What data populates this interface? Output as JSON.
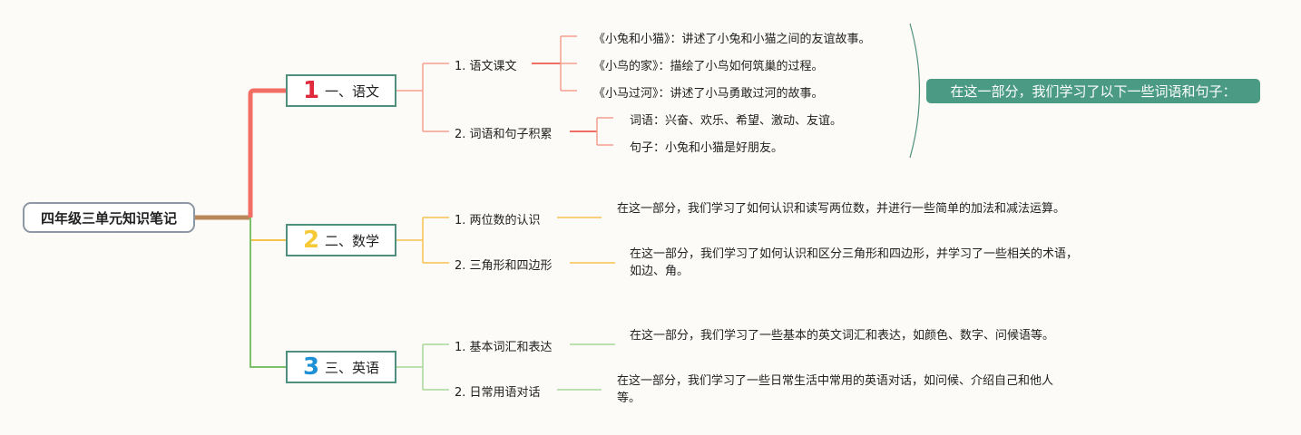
{
  "root": "四年级三单元知识笔记",
  "branches": [
    {
      "num": "1",
      "num_color": "#e0293b",
      "line_color": "#f26d63",
      "label": "一、语文",
      "subs": [
        {
          "label": "1. 语文课文",
          "items": [
            "《小兔和小猫》：讲述了小兔和小猫之间的友谊故事。",
            "《小鸟的家》：描绘了小鸟如何筑巢的过程。",
            "《小马过河》：讲述了小马勇敢过河的故事。"
          ]
        },
        {
          "label": "2. 词语和句子积累",
          "items": [
            "词语：兴奋、欢乐、希望、激动、友谊。",
            "句子：小兔和小猫是好朋友。"
          ]
        }
      ]
    },
    {
      "num": "2",
      "num_color": "#f6c936",
      "line_color": "#f6c250",
      "label": "二、数学",
      "subs": [
        {
          "label": "1. 两位数的认识",
          "desc": "在这一部分，我们学习了如何认识和读写两位数，并进行一些简单的加法和减法运算。"
        },
        {
          "label": "2. 三角形和四边形",
          "desc": "在这一部分，我们学习了如何认识和区分三角形和四边形，并学习了一些相关的术语，如边、角。"
        }
      ]
    },
    {
      "num": "3",
      "num_color": "#1e90d6",
      "line_color": "#7cc06a",
      "label": "三、英语",
      "subs": [
        {
          "label": "1. 基本词汇和表达",
          "desc": "在这一部分，我们学习了一些基本的英文词汇和表达，如颜色、数字、问候语等。"
        },
        {
          "label": "2. 日常用语对话",
          "desc": "在这一部分，我们学习了一些日常生活中常用的英语对话，如问候、介绍自己和他人等。"
        }
      ]
    }
  ],
  "summary": "在这一部分，我们学习了以下一些词语和句子："
}
